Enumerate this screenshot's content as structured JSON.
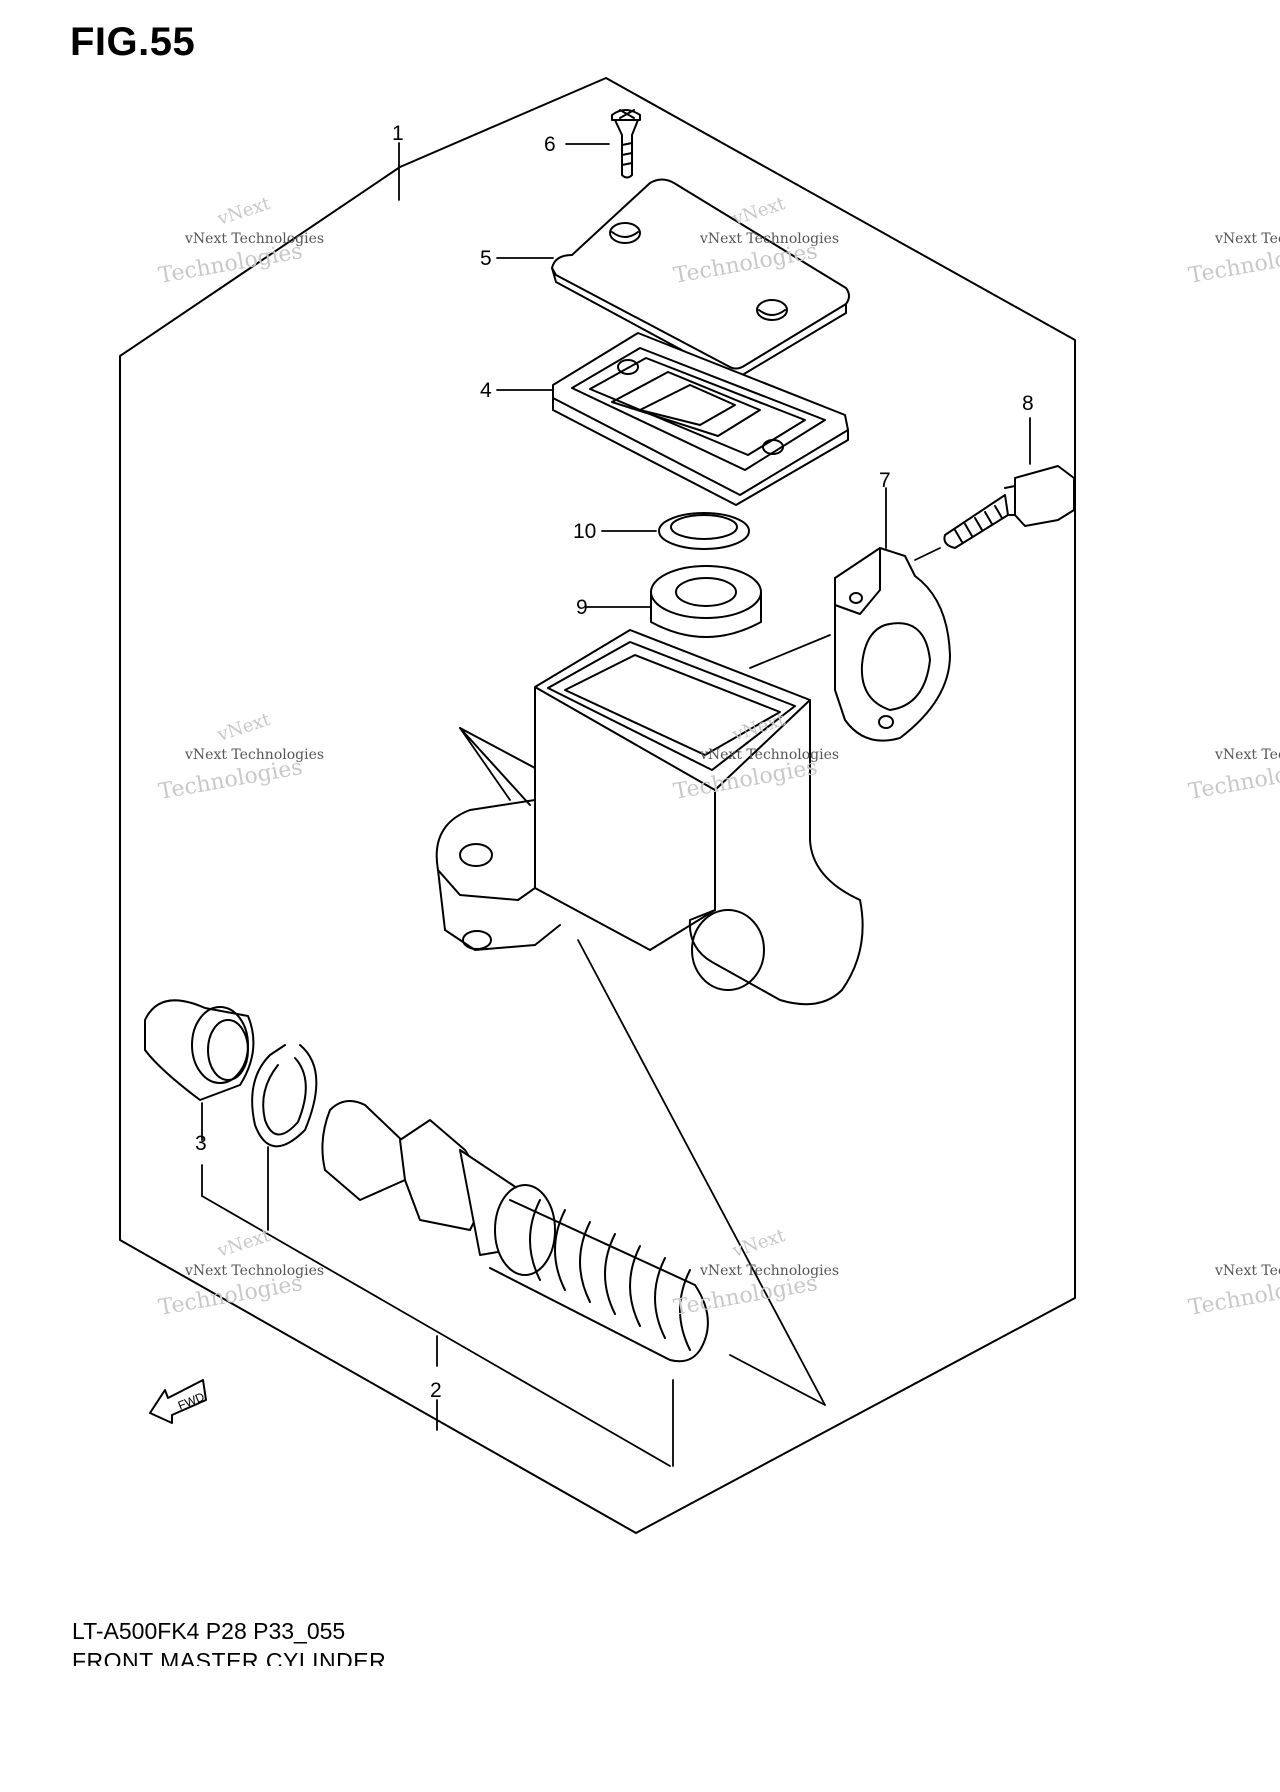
{
  "figure": {
    "title": "FIG.55"
  },
  "callouts": [
    {
      "num": "1",
      "part": "master-cylinder-assy"
    },
    {
      "num": "2",
      "part": "piston-set"
    },
    {
      "num": "3",
      "part": "boot"
    },
    {
      "num": "4",
      "part": "diaphragm"
    },
    {
      "num": "5",
      "part": "reservoir-cap"
    },
    {
      "num": "6",
      "part": "cap-screw"
    },
    {
      "num": "7",
      "part": "holder"
    },
    {
      "num": "8",
      "part": "holder-bolt"
    },
    {
      "num": "9",
      "part": "reservoir-plate"
    },
    {
      "num": "10",
      "part": "diaphragm-ring"
    }
  ],
  "arrow": {
    "label": "FWD"
  },
  "watermark": {
    "line1": "vNext",
    "line2": "vNext Technologies",
    "line3": "Technologies"
  },
  "footer": {
    "code": "LT-A500FK4 P28 P33_055",
    "caption": "FRONT MASTER CYLINDER"
  },
  "colors": {
    "ink": "#000000",
    "watermark": "#d0d0d0",
    "background": "#ffffff"
  }
}
